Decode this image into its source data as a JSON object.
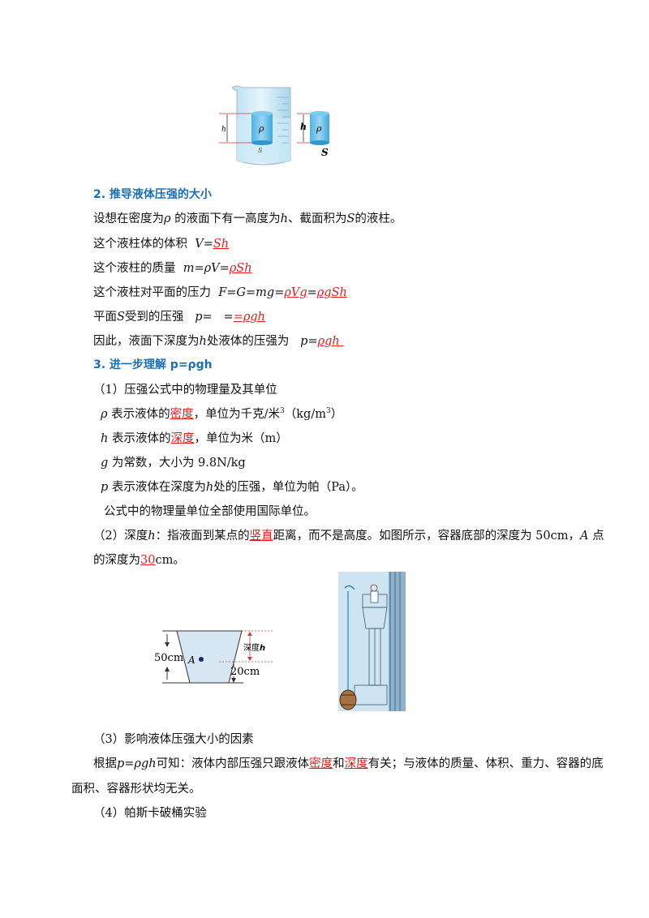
{
  "fig1": {
    "h_label": "h",
    "rho_label": "ρ",
    "s_small": "S",
    "h_label2": "h",
    "rho_label2": "ρ",
    "s_label": "S"
  },
  "sec2": {
    "heading": "2. 推导液体压强的大小",
    "l1": {
      "a": "设想在密度为",
      "rho": "ρ",
      "b": "的液面下有一高度为",
      "h": "h",
      "c": "、截面积为",
      "s": "S",
      "d": "的液柱。"
    },
    "l2": {
      "a": "这个液柱体的体积",
      "eq": "V=",
      "ans": "Sh"
    },
    "l3": {
      "a": "这个液柱的质量",
      "eq": "m=ρV=",
      "ans": "ρSh"
    },
    "l4": {
      "a": "这个液柱对平面的压力",
      "eq": "F=G=mg=",
      "ans1": "ρVg",
      "eq2": "=",
      "ans2": "ρgSh"
    },
    "l5": {
      "a": "平面",
      "s": "S",
      "b": "受到的压强",
      "eq": "p=",
      "eq2": "=",
      "ans": "=ρgh"
    },
    "l6": {
      "a": "因此，液面下深度为",
      "h": "h",
      "b": "处液体的压强为",
      "eq": "p=",
      "ans": "ρgh"
    }
  },
  "sec3": {
    "heading": "3. 进一步理解 p=ρgh",
    "sub1": "（1）压强公式中的物理量及其单位",
    "b1": {
      "sym": "ρ",
      "a": "表示液体的",
      "ans": "密度",
      "b": "，单位为千克/米",
      "sup": "3",
      "c": "（kg/m",
      "sup2": "3",
      "d": "）"
    },
    "b2": {
      "sym": "h",
      "a": "表示液体的",
      "ans": "深度",
      "b": "，单位为米（m）"
    },
    "b3": {
      "sym": "g",
      "a": "为常数，大小为 9.8N/kg"
    },
    "b4": {
      "sym": "p",
      "a": "表示液体在深度为",
      "h": "h",
      "b": "处的压强，单位为帕（Pa）。"
    },
    "b5": "公式中的物理量单位全部使用国际单位。",
    "sub2a": {
      "a": "（2）深度",
      "h": "h",
      "b": "：指液面到某点的",
      "ans": "竖直",
      "c": "距离，而不是高度。如图所示，容器底部的深度为 50cm，",
      "A": "A",
      "d": "点"
    },
    "sub2b": {
      "a": "的深度为",
      "ans": "30",
      "b": "cm。"
    }
  },
  "fig2": {
    "left_label": "50cm",
    "point": "A",
    "depth_label": "深度",
    "depth_h": "h",
    "right_label": "20cm"
  },
  "sec3b": {
    "sub3": "（3）影响液体压强大小的因素",
    "p1": {
      "a": "根据",
      "eq": "p=ρgh",
      "b": "可知：液体内部压强只跟液体",
      "ans1": "密度",
      "c": "和",
      "ans2": "深度",
      "d": "有关；与液体的质量、体积、重力、容器的底"
    },
    "p2": "面积、容器形状均无关。",
    "sub4": "（4）帕斯卡破桶实验"
  }
}
